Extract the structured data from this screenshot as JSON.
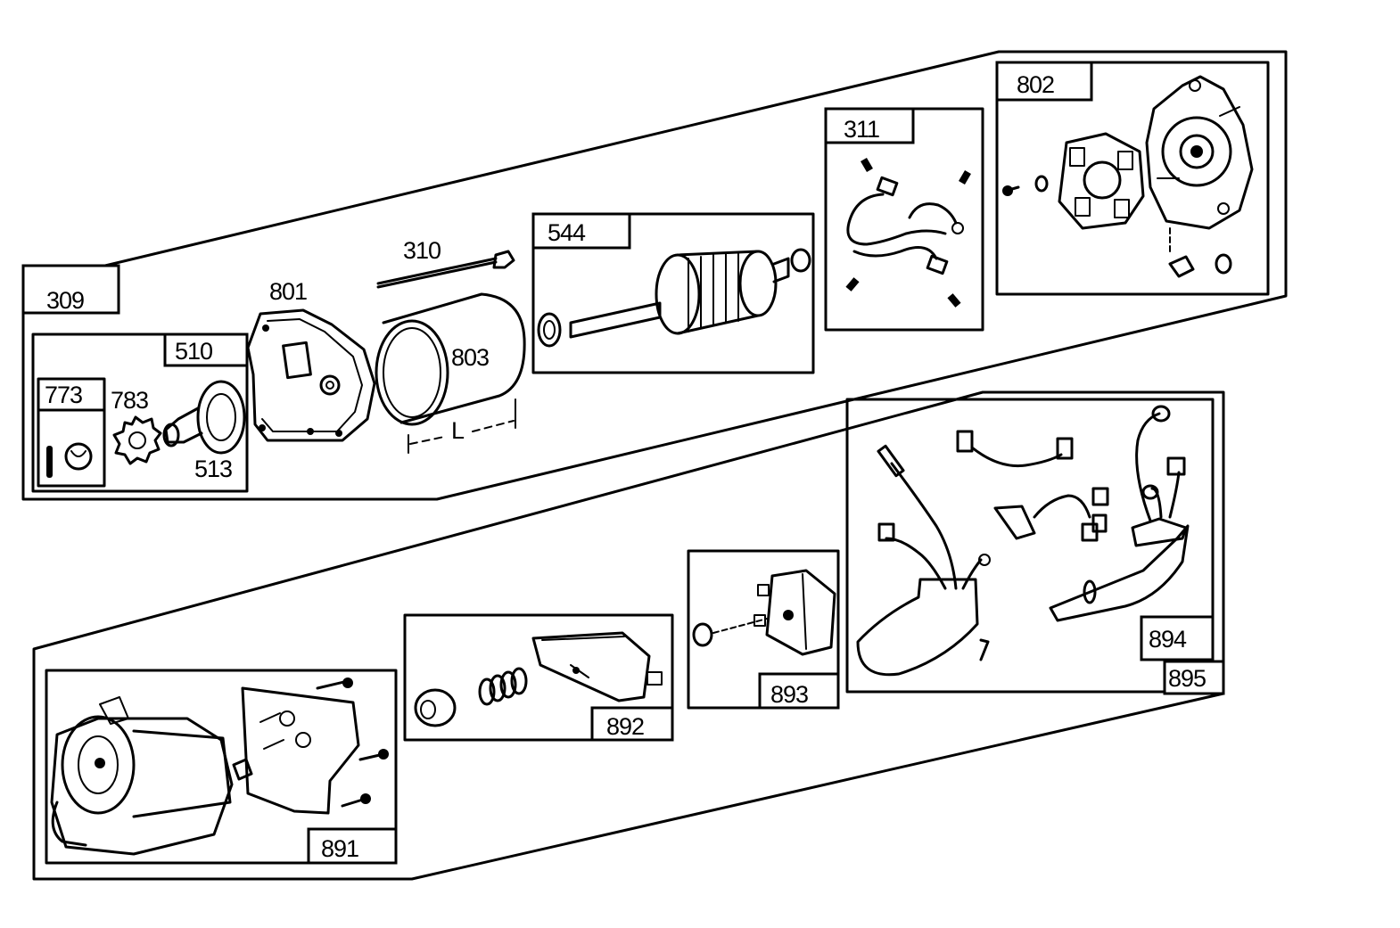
{
  "parts": {
    "p309": "309",
    "p510": "510",
    "p773": "773",
    "p783": "783",
    "p513": "513",
    "p801": "801",
    "p310": "310",
    "p803": "803",
    "dim_l": "L",
    "p544": "544",
    "p311": "311",
    "p802": "802",
    "p891": "891",
    "p892": "892",
    "p893": "893",
    "p894": "894",
    "p895": "895"
  }
}
